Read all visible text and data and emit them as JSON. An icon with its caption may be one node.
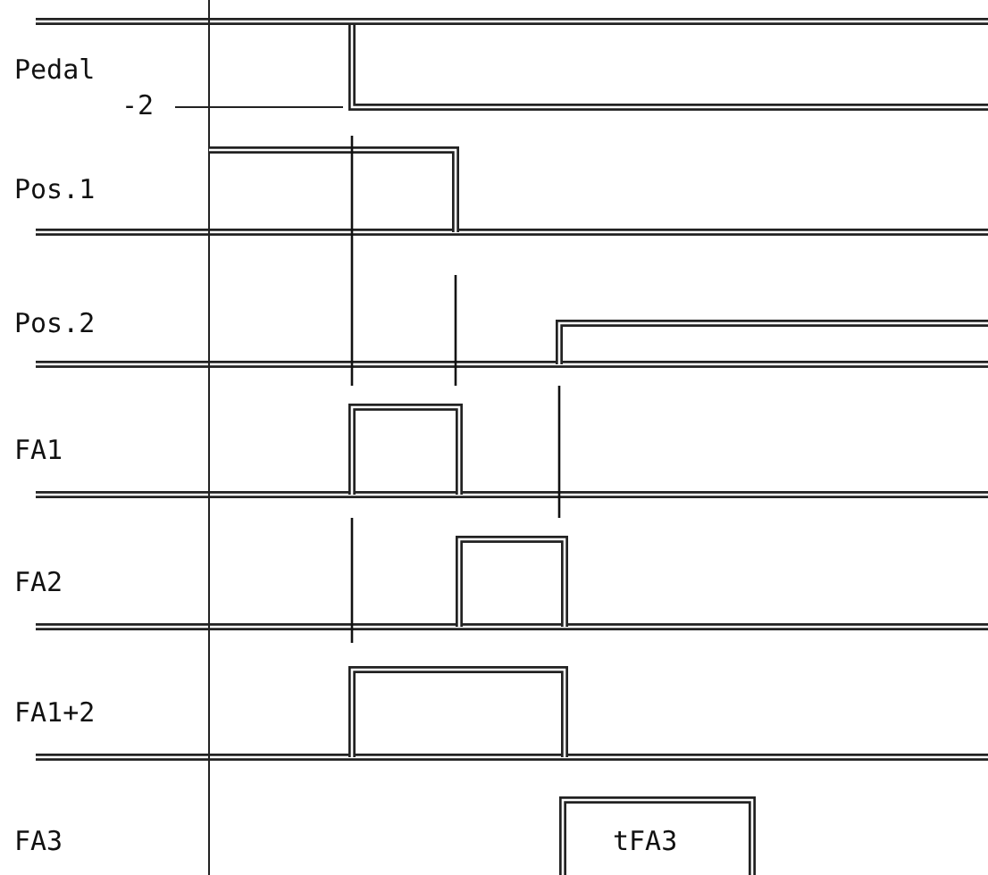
{
  "diagram": {
    "labels": [
      "Pedal",
      "-2",
      "Pos.1",
      "Pos.2",
      "FA1",
      "FA2",
      "FA1+2",
      "FA3",
      "tFA3"
    ]
  }
}
